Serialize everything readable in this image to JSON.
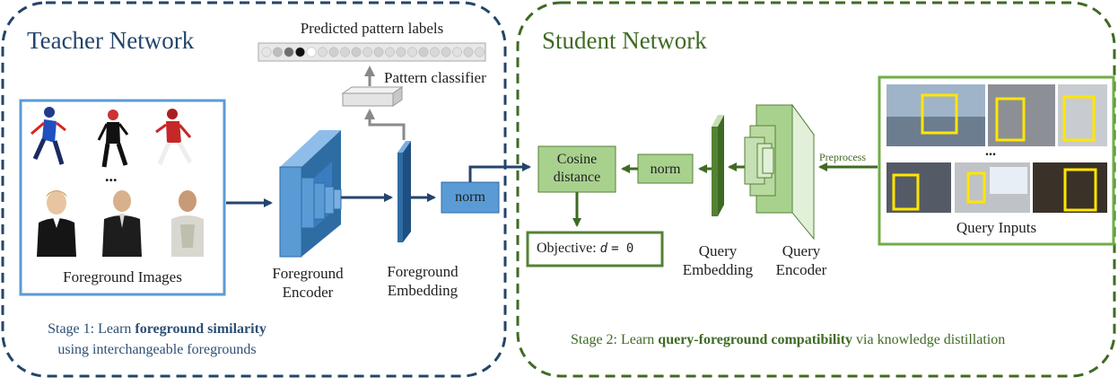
{
  "teacher": {
    "title": "Teacher Network",
    "foreground_images_label": "Foreground Images",
    "ellipsis": "...",
    "encoder_label": "Foreground Encoder",
    "embedding_label": "Foreground Embedding",
    "norm_label": "norm",
    "pattern_classifier_label": "Pattern classifier",
    "predicted_labels_title": "Predicted pattern labels",
    "stage_caption_prefix": "Stage 1: Learn ",
    "stage_caption_bold": "foreground similarity",
    "stage_caption_line2": "using interchangeable foregrounds",
    "colors": {
      "frame": "#24446b",
      "block": "#5b9bd5",
      "block_dark": "#2e6da4"
    }
  },
  "student": {
    "title": "Student Network",
    "cosine_label": "Cosine distance",
    "norm_label": "norm",
    "objective_prefix": "Objective: ",
    "objective_var": "d",
    "objective_eq": "= 0",
    "query_embedding_label": "Query Embedding",
    "query_encoder_label": "Query Encoder",
    "preprocess_label": "Preprocess",
    "query_inputs_label": "Query Inputs",
    "ellipsis": "...",
    "stage_caption_prefix": "Stage 2: Learn ",
    "stage_caption_bold": "query-foreground compatibility",
    "stage_caption_suffix": " via knowledge distillation",
    "colors": {
      "frame": "#3f6a23",
      "block": "#a9d18e",
      "block_dark": "#548235",
      "highlight": "#ffe600"
    }
  },
  "pattern_label_shades": [
    "#e6e6e6",
    "#bdbdbd",
    "#6e6e6e",
    "#111111",
    "#ffffff",
    "#dcdcdc",
    "#cfcfcf",
    "#d6d6d6",
    "#cccccc",
    "#d9d9d9",
    "#d0d0d0",
    "#dadada",
    "#d3d3d3",
    "#dddddd",
    "#cdcdcd",
    "#d8d8d8",
    "#d2d2d2",
    "#e0e0e0",
    "#d4d4d4",
    "#dbdbdb"
  ]
}
